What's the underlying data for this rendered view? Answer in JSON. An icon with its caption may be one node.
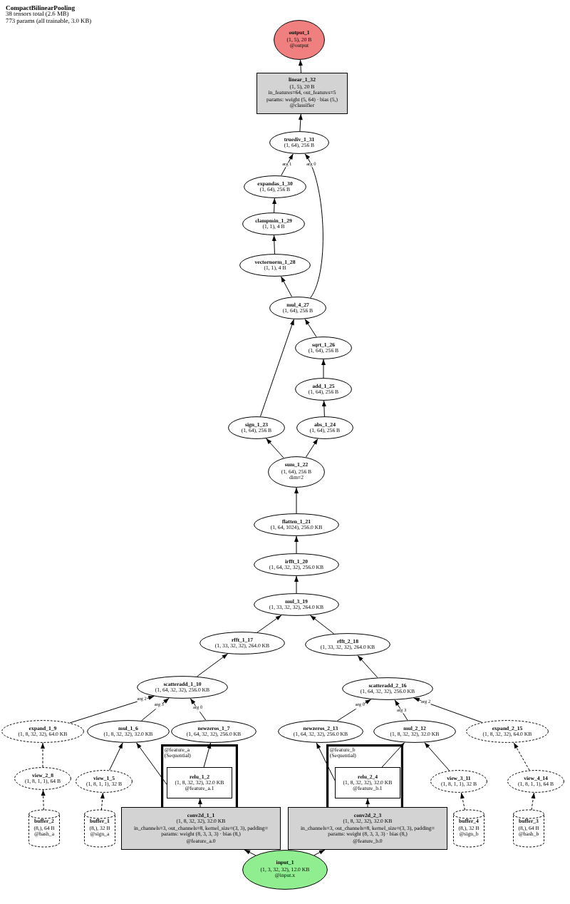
{
  "diagram": {
    "title": "CompactBilinearPooling",
    "labels": [
      "38 tensors total (2.6 MB)",
      "773 params (all trainable, 3.0 KB)"
    ],
    "nodes": [
      {
        "text": [
          "output_1",
          "(1, 5), 20 B",
          "@output"
        ]
      },
      {
        "text": [
          "linear_1_32",
          "(1, 5), 20 B",
          "in_features=64, out_features=5",
          "params: weight (5, 64) · bias (5,)",
          "@classifier"
        ]
      },
      {
        "text": [
          "truediv_1_31",
          "(1, 64), 256 B"
        ]
      },
      {
        "text": [
          "expandas_1_30",
          "(1, 64), 256 B"
        ]
      },
      {
        "text": [
          "clampmin_1_29",
          "(1, 1), 4 B"
        ]
      },
      {
        "text": [
          "vectornorm_1_28",
          "(1, 1), 4 B"
        ]
      },
      {
        "text": [
          "mul_4_27",
          "(1, 64), 256 B"
        ]
      },
      {
        "text": [
          "sqrt_1_26",
          "(1, 64), 256 B"
        ]
      },
      {
        "text": [
          "add_1_25",
          "(1, 64), 256 B"
        ]
      },
      {
        "text": [
          "sign_1_23",
          "(1, 64), 256 B"
        ]
      },
      {
        "text": [
          "abs_1_24",
          "(1, 64), 256 B"
        ]
      },
      {
        "text": [
          "sum_1_22",
          "(1, 64), 256 B",
          "dim=2"
        ]
      },
      {
        "text": [
          "flatten_1_21",
          "(1, 64, 1024), 256.0 KB"
        ]
      },
      {
        "text": [
          "irfft_1_20",
          "(1, 64, 32, 32), 256.0 KB"
        ]
      },
      {
        "text": [
          "mul_3_19",
          "(1, 33, 32, 32), 264.0 KB"
        ]
      },
      {
        "text": [
          "rfft_1_17",
          "(1, 33, 32, 32), 264.0 KB"
        ]
      },
      {
        "text": [
          "rfft_2_18",
          "(1, 33, 32, 32), 264.0 KB"
        ]
      },
      {
        "text": [
          "scatteradd_1_10",
          "(1, 64, 32, 32), 256.0 KB"
        ]
      },
      {
        "text": [
          "scatteradd_2_16",
          "(1, 64, 32, 32), 256.0 KB"
        ]
      },
      {
        "text": [
          "expand_1_9",
          "(1, 8, 32, 32), 64.0 KB"
        ]
      },
      {
        "text": [
          "mul_1_6",
          "(1, 8, 32, 32), 32.0 KB"
        ]
      },
      {
        "text": [
          "newzeros_1_7",
          "(1, 64, 32, 32), 256.0 KB"
        ]
      },
      {
        "text": [
          "newzeros_2_13",
          "(1, 64, 32, 32), 256.0 KB"
        ]
      },
      {
        "text": [
          "mul_2_12",
          "(1, 8, 32, 32), 32.0 KB"
        ]
      },
      {
        "text": [
          "expand_2_15",
          "(1, 8, 32, 32), 64.0 KB"
        ]
      },
      {
        "text": [
          "@feature_a",
          "(Sequential)"
        ]
      },
      {
        "text": [
          "relu_1_2",
          "(1, 8, 32, 32), 32.0 KB",
          "@feature_a.1"
        ],
        "in": 25
      },
      {
        "text": [
          "@feature_b",
          "(Sequential)"
        ]
      },
      {
        "text": [
          "relu_2_4",
          "(1, 8, 32, 32), 32.0 KB",
          "@feature_b.1"
        ],
        "in": 27
      },
      {
        "text": [
          "view_2_8",
          "(1, 8, 1, 1), 64 B"
        ]
      },
      {
        "text": [
          "view_1_5",
          "(1, 8, 1, 1), 32 B"
        ]
      },
      {
        "text": [
          "view_3_11",
          "(1, 8, 1, 1), 32 B"
        ]
      },
      {
        "text": [
          "view_4_14",
          "(1, 8, 1, 1), 64 B"
        ]
      },
      {
        "text": [
          "buffer_2",
          "(8,), 64 B",
          "@hash_a"
        ]
      },
      {
        "text": [
          "buffer_1",
          "(8,), 32 B",
          "@sign_a"
        ]
      },
      {
        "text": [
          "conv2d_1_1",
          "(1, 8, 32, 32), 32.0 KB",
          "in_channels=3, out_channels=8, kernel_size=(3, 3), padding=",
          "params: weight (8, 3, 3, 3) · bias (8,)",
          "@feature_a.0"
        ]
      },
      {
        "text": [
          "conv2d_2_3",
          "(1, 8, 32, 32), 32.0 KB",
          "in_channels=3, out_channels=8, kernel_size=(3, 3), padding=",
          "params: weight (8, 3, 3, 3) · bias (8,)",
          "@feature_b.0"
        ]
      },
      {
        "text": [
          "buffer_4",
          "(8,), 32 B",
          "@sign_b"
        ]
      },
      {
        "text": [
          "buffer_3",
          "(8,), 64 B",
          "@hash_b"
        ]
      },
      {
        "text": [
          "input_1",
          "(1, 3, 32, 32), 12.0 KB",
          "@input.x"
        ]
      }
    ],
    "edges": [
      {
        "from": 39,
        "to": 35,
        "arrow": "to"
      },
      {
        "from": 39,
        "to": 36,
        "arrow": "to"
      },
      {
        "from": 35,
        "to": 26,
        "arrow": "to"
      },
      {
        "from": 36,
        "to": 28,
        "arrow": "to"
      },
      {
        "from": 34,
        "to": 30,
        "arrow": "to",
        "style": "dashed"
      },
      {
        "from": 33,
        "to": 29,
        "arrow": "to",
        "style": "dashed"
      },
      {
        "from": 37,
        "to": 31,
        "arrow": "to",
        "style": "dashed"
      },
      {
        "from": 38,
        "to": 32,
        "arrow": "to",
        "style": "dashed"
      },
      {
        "from": 29,
        "to": 19,
        "arrow": "to",
        "style": "dashed"
      },
      {
        "from": 32,
        "to": 24,
        "arrow": "to",
        "style": "dashed"
      },
      {
        "from": 30,
        "to": 20,
        "arrow": "to"
      },
      {
        "from": 31,
        "to": 23,
        "arrow": "to"
      },
      {
        "from": 26,
        "to": 20,
        "arrow": "to"
      },
      {
        "from": 26,
        "to": 21,
        "arrow": "to"
      },
      {
        "from": 28,
        "to": 22,
        "arrow": "to"
      },
      {
        "from": 28,
        "to": 23,
        "arrow": "to"
      },
      {
        "from": 19,
        "to": 17,
        "arrow": "to",
        "label": "arg 2"
      },
      {
        "from": 20,
        "to": 17,
        "arrow": "to",
        "label": "arg 3"
      },
      {
        "from": 21,
        "to": 17,
        "arrow": "to",
        "label": "arg 0"
      },
      {
        "from": 22,
        "to": 18,
        "arrow": "to",
        "label": "arg 0"
      },
      {
        "from": 23,
        "to": 18,
        "arrow": "to",
        "label": "arg 3"
      },
      {
        "from": 24,
        "to": 18,
        "arrow": "to",
        "label": "arg 2"
      },
      {
        "from": 17,
        "to": 15,
        "arrow": "to"
      },
      {
        "from": 18,
        "to": 16,
        "arrow": "to"
      },
      {
        "from": 15,
        "to": 14,
        "arrow": "to"
      },
      {
        "from": 16,
        "to": 14,
        "arrow": "to"
      },
      {
        "from": 14,
        "to": 13,
        "arrow": "to"
      },
      {
        "from": 13,
        "to": 12,
        "arrow": "to"
      },
      {
        "from": 12,
        "to": 11,
        "arrow": "to"
      },
      {
        "from": 11,
        "to": 9,
        "arrow": "to"
      },
      {
        "from": 11,
        "to": 10,
        "arrow": "to"
      },
      {
        "from": 10,
        "to": 8,
        "arrow": "to"
      },
      {
        "from": 8,
        "to": 7,
        "arrow": "to"
      },
      {
        "from": 7,
        "to": 6,
        "arrow": "to"
      },
      {
        "from": 9,
        "to": 6,
        "arrow": "to"
      },
      {
        "from": 6,
        "to": 5,
        "arrow": "to"
      },
      {
        "from": 5,
        "to": 4,
        "arrow": "to"
      },
      {
        "from": 4,
        "to": 3,
        "arrow": "to"
      },
      {
        "from": 3,
        "to": 2,
        "arrow": "to",
        "label": "arg 1"
      },
      {
        "from": 6,
        "to": 2,
        "arrow": "to",
        "label": "arg 0"
      },
      {
        "from": 2,
        "to": 1,
        "arrow": "to"
      },
      {
        "from": 1,
        "to": 0,
        "arrow": "to"
      }
    ]
  }
}
